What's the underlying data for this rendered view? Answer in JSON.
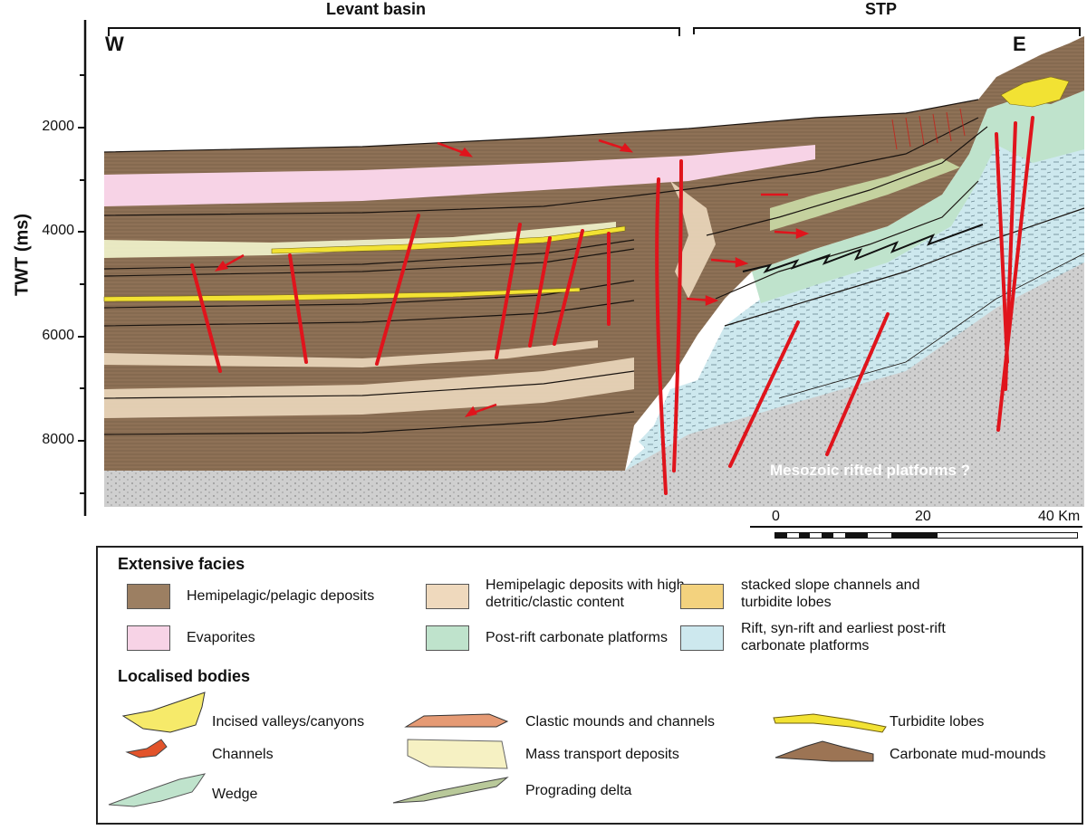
{
  "section_headers": {
    "left": "Levant basin",
    "right": "STP"
  },
  "compass": {
    "west": "W",
    "east": "E"
  },
  "y_axis": {
    "label": "TWT (ms)",
    "ticks": [
      "2000",
      "4000",
      "6000",
      "8000"
    ]
  },
  "annotation": "Mesozoic rifted platforms ?",
  "scale_bar": {
    "labels": [
      "0",
      "20",
      "40 Km"
    ]
  },
  "legend": {
    "extensive_title": "Extensive facies",
    "extensive": [
      {
        "label": "Hemipelagic/pelagic deposits",
        "color": "#9c7f62"
      },
      {
        "label": "Evaporites",
        "color": "#f7d3e6"
      },
      {
        "label": "Hemipelagic deposits with high detritic/clastic content",
        "line1": "Hemipelagic deposits with high",
        "line2": "detritic/clastic content",
        "color": "#efd9bd"
      },
      {
        "label": "Post-rift carbonate platforms",
        "color": "#bfe3cc"
      },
      {
        "label": "stacked slope channels and turbidite lobes",
        "line1": "stacked slope channels and",
        "line2": "turbidite lobes",
        "color": "#f3d27e"
      },
      {
        "label": "Rift, syn-rift and earliest post-rift carbonate platforms",
        "line1": "Rift, syn-rift and earliest post-rift",
        "line2": "carbonate platforms",
        "color": "#cde8ee"
      }
    ],
    "localised_title": "Localised bodies",
    "localised": [
      {
        "label": "Incised valleys/canyons",
        "color": "#f6ea6a"
      },
      {
        "label": "Channels",
        "color": "#e2532a"
      },
      {
        "label": "Wedge",
        "color": "#bfe3cc"
      },
      {
        "label": "Clastic mounds and channels",
        "color": "#e59a74"
      },
      {
        "label": "Mass transport deposits",
        "color": "#f6f1c3"
      },
      {
        "label": "Prograding delta",
        "color": "#b9c99a"
      },
      {
        "label": "Turbidite lobes",
        "color": "#f2e233"
      },
      {
        "label": "Carbonate mud-mounds",
        "color": "#9c7454"
      }
    ]
  },
  "colors": {
    "hemipelagic": "#8e7156",
    "hemipelagic_light": "#e8d3b8",
    "evaporite": "#f7d3e6",
    "post_rift": "#bfe3cc",
    "rift": "#cde8ee",
    "basement": "#cfcfcf",
    "turbidite": "#f2e233",
    "fault": "#e0141c"
  }
}
